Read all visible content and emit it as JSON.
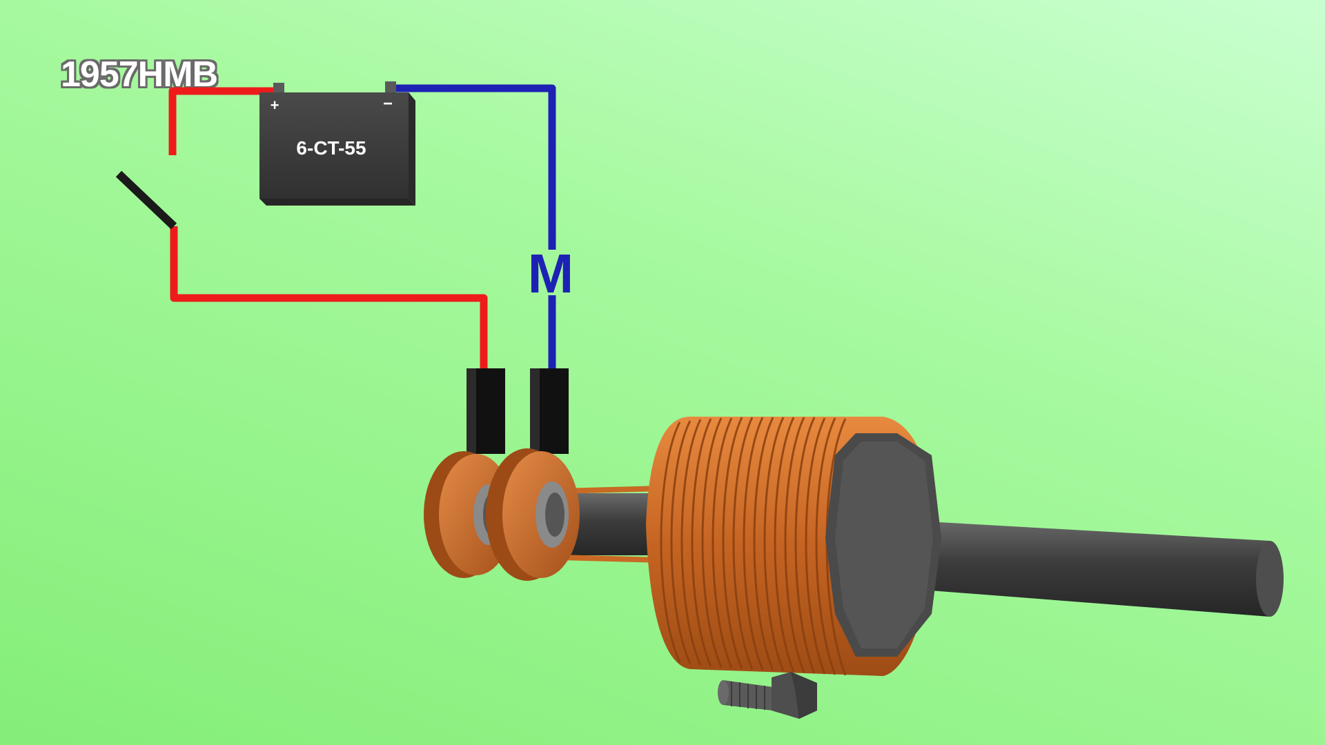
{
  "watermark": "1957HMB",
  "battery": {
    "model": "6-CT-55",
    "positive": "+",
    "negative": "−"
  },
  "motor": {
    "symbol": "M"
  },
  "colors": {
    "positive_wire": "#ee1b1b",
    "negative_wire": "#1d22b4",
    "battery_body": "#3b3b3b",
    "copper": "#c86a25",
    "shaft": "#444444",
    "background": "#a6f99e"
  }
}
